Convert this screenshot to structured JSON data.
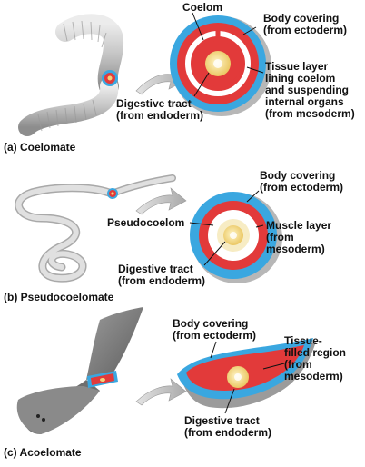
{
  "panels": {
    "a": {
      "caption": "(a) Coelomate",
      "labels": {
        "coelom": "Coelom",
        "body_covering": "Body covering\n(from ectoderm)",
        "tissue_layer": "Tissue layer\nlining coelom\nand suspending\ninternal organs\n(from mesoderm)",
        "digestive_tract": "Digestive tract\n(from endoderm)"
      }
    },
    "b": {
      "caption": "(b) Pseudocoelomate",
      "labels": {
        "body_covering": "Body covering\n(from ectoderm)",
        "pseudocoelom": "Pseudocoelom",
        "muscle_layer": "Muscle layer\n(from\nmesoderm)",
        "digestive_tract": "Digestive tract\n(from endoderm)"
      }
    },
    "c": {
      "caption": "(c) Acoelomate",
      "labels": {
        "body_covering": "Body covering\n(from ectoderm)",
        "tissue_filled": "Tissue-\nfilled region\n(from\nmesoderm)",
        "digestive_tract": "Digestive tract\n(from endoderm)"
      }
    }
  },
  "colors": {
    "ectoderm": "#3aa7e0",
    "mesoderm": "#e23a3a",
    "endoderm": "#f3d27a",
    "cavity": "#ffffff",
    "worm": "#c9c9c9",
    "arrow": "#b9b9b9"
  }
}
